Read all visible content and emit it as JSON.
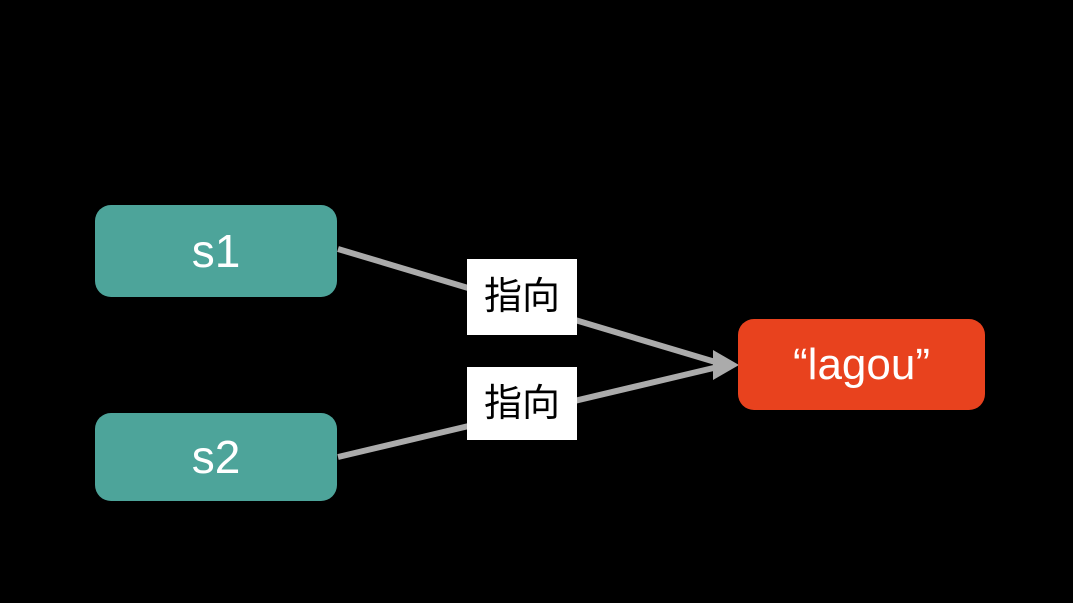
{
  "diagram": {
    "background_color": "#000000",
    "edge_color": "#ABABAB",
    "nodes": {
      "s1": {
        "label": "s1",
        "color": "#4DA49A",
        "text_color": "#ffffff"
      },
      "s2": {
        "label": "s2",
        "color": "#4DA49A",
        "text_color": "#ffffff"
      },
      "lagou": {
        "label": "“lagou”",
        "color": "#E8421E",
        "text_color": "#ffffff"
      }
    },
    "edges": [
      {
        "from": "s1",
        "to": "lagou",
        "label": "指向"
      },
      {
        "from": "s2",
        "to": "lagou",
        "label": "指向"
      }
    ]
  }
}
